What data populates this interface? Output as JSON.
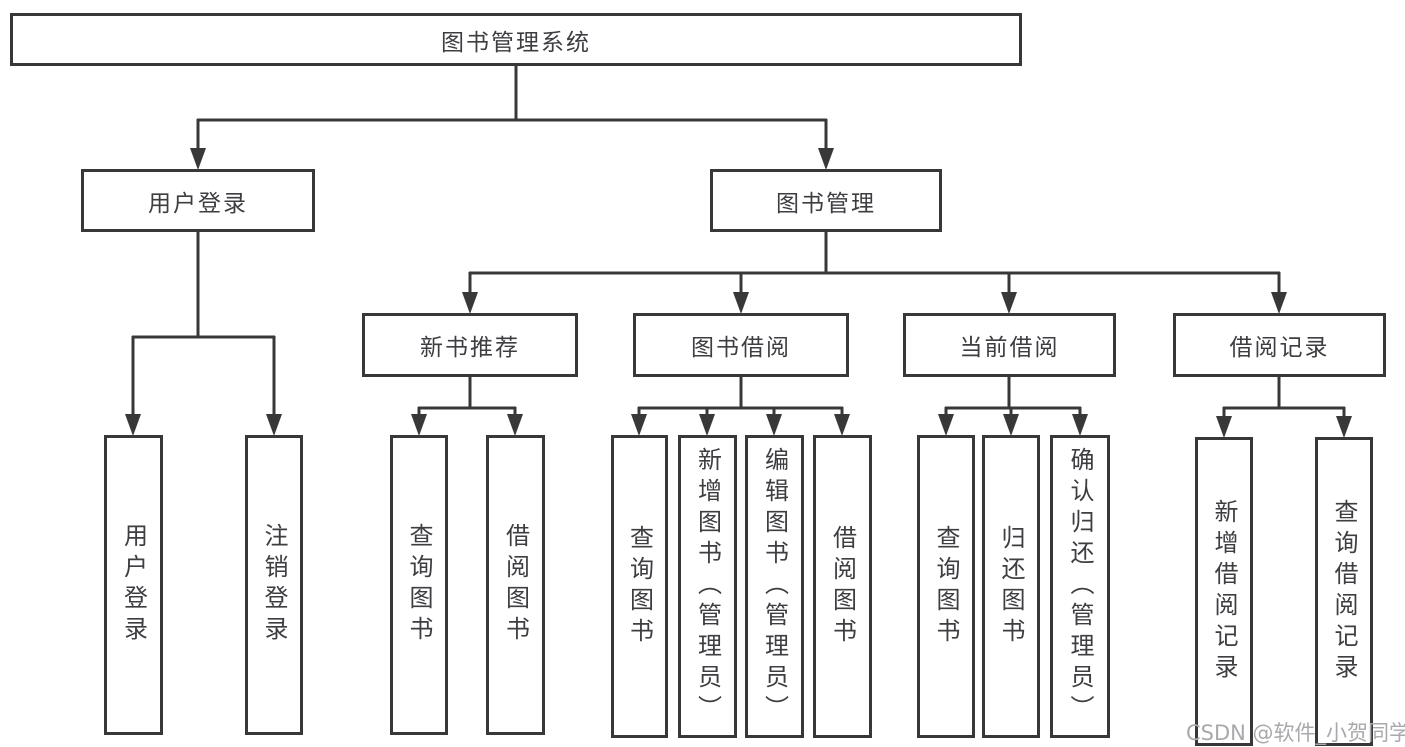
{
  "diagram": {
    "root": {
      "label": "图书管理系统"
    },
    "level2": [
      {
        "label": "用户登录"
      },
      {
        "label": "图书管理"
      }
    ],
    "level3": [
      {
        "label": "新书推荐"
      },
      {
        "label": "图书借阅"
      },
      {
        "label": "当前借阅"
      },
      {
        "label": "借阅记录"
      }
    ],
    "leaves": {
      "user_login": [
        "用户登录",
        "注销登录"
      ],
      "new_book": [
        "查询图书",
        "借阅图书"
      ],
      "book_borrow": [
        "查询图书",
        "新增图书（管理员）",
        "编辑图书（管理员）",
        "借阅图书"
      ],
      "current_borrow": [
        "查询图书",
        "归还图书",
        "确认归还（管理员）"
      ],
      "borrow_record": [
        "新增借阅记录",
        "查询借阅记录"
      ]
    }
  },
  "watermark": {
    "text": "CSDN @软件_小贺同学"
  },
  "colors": {
    "line": "#383838",
    "text": "#3d3d42",
    "watermark": "#a9a9ad",
    "background": "#ffffff"
  }
}
